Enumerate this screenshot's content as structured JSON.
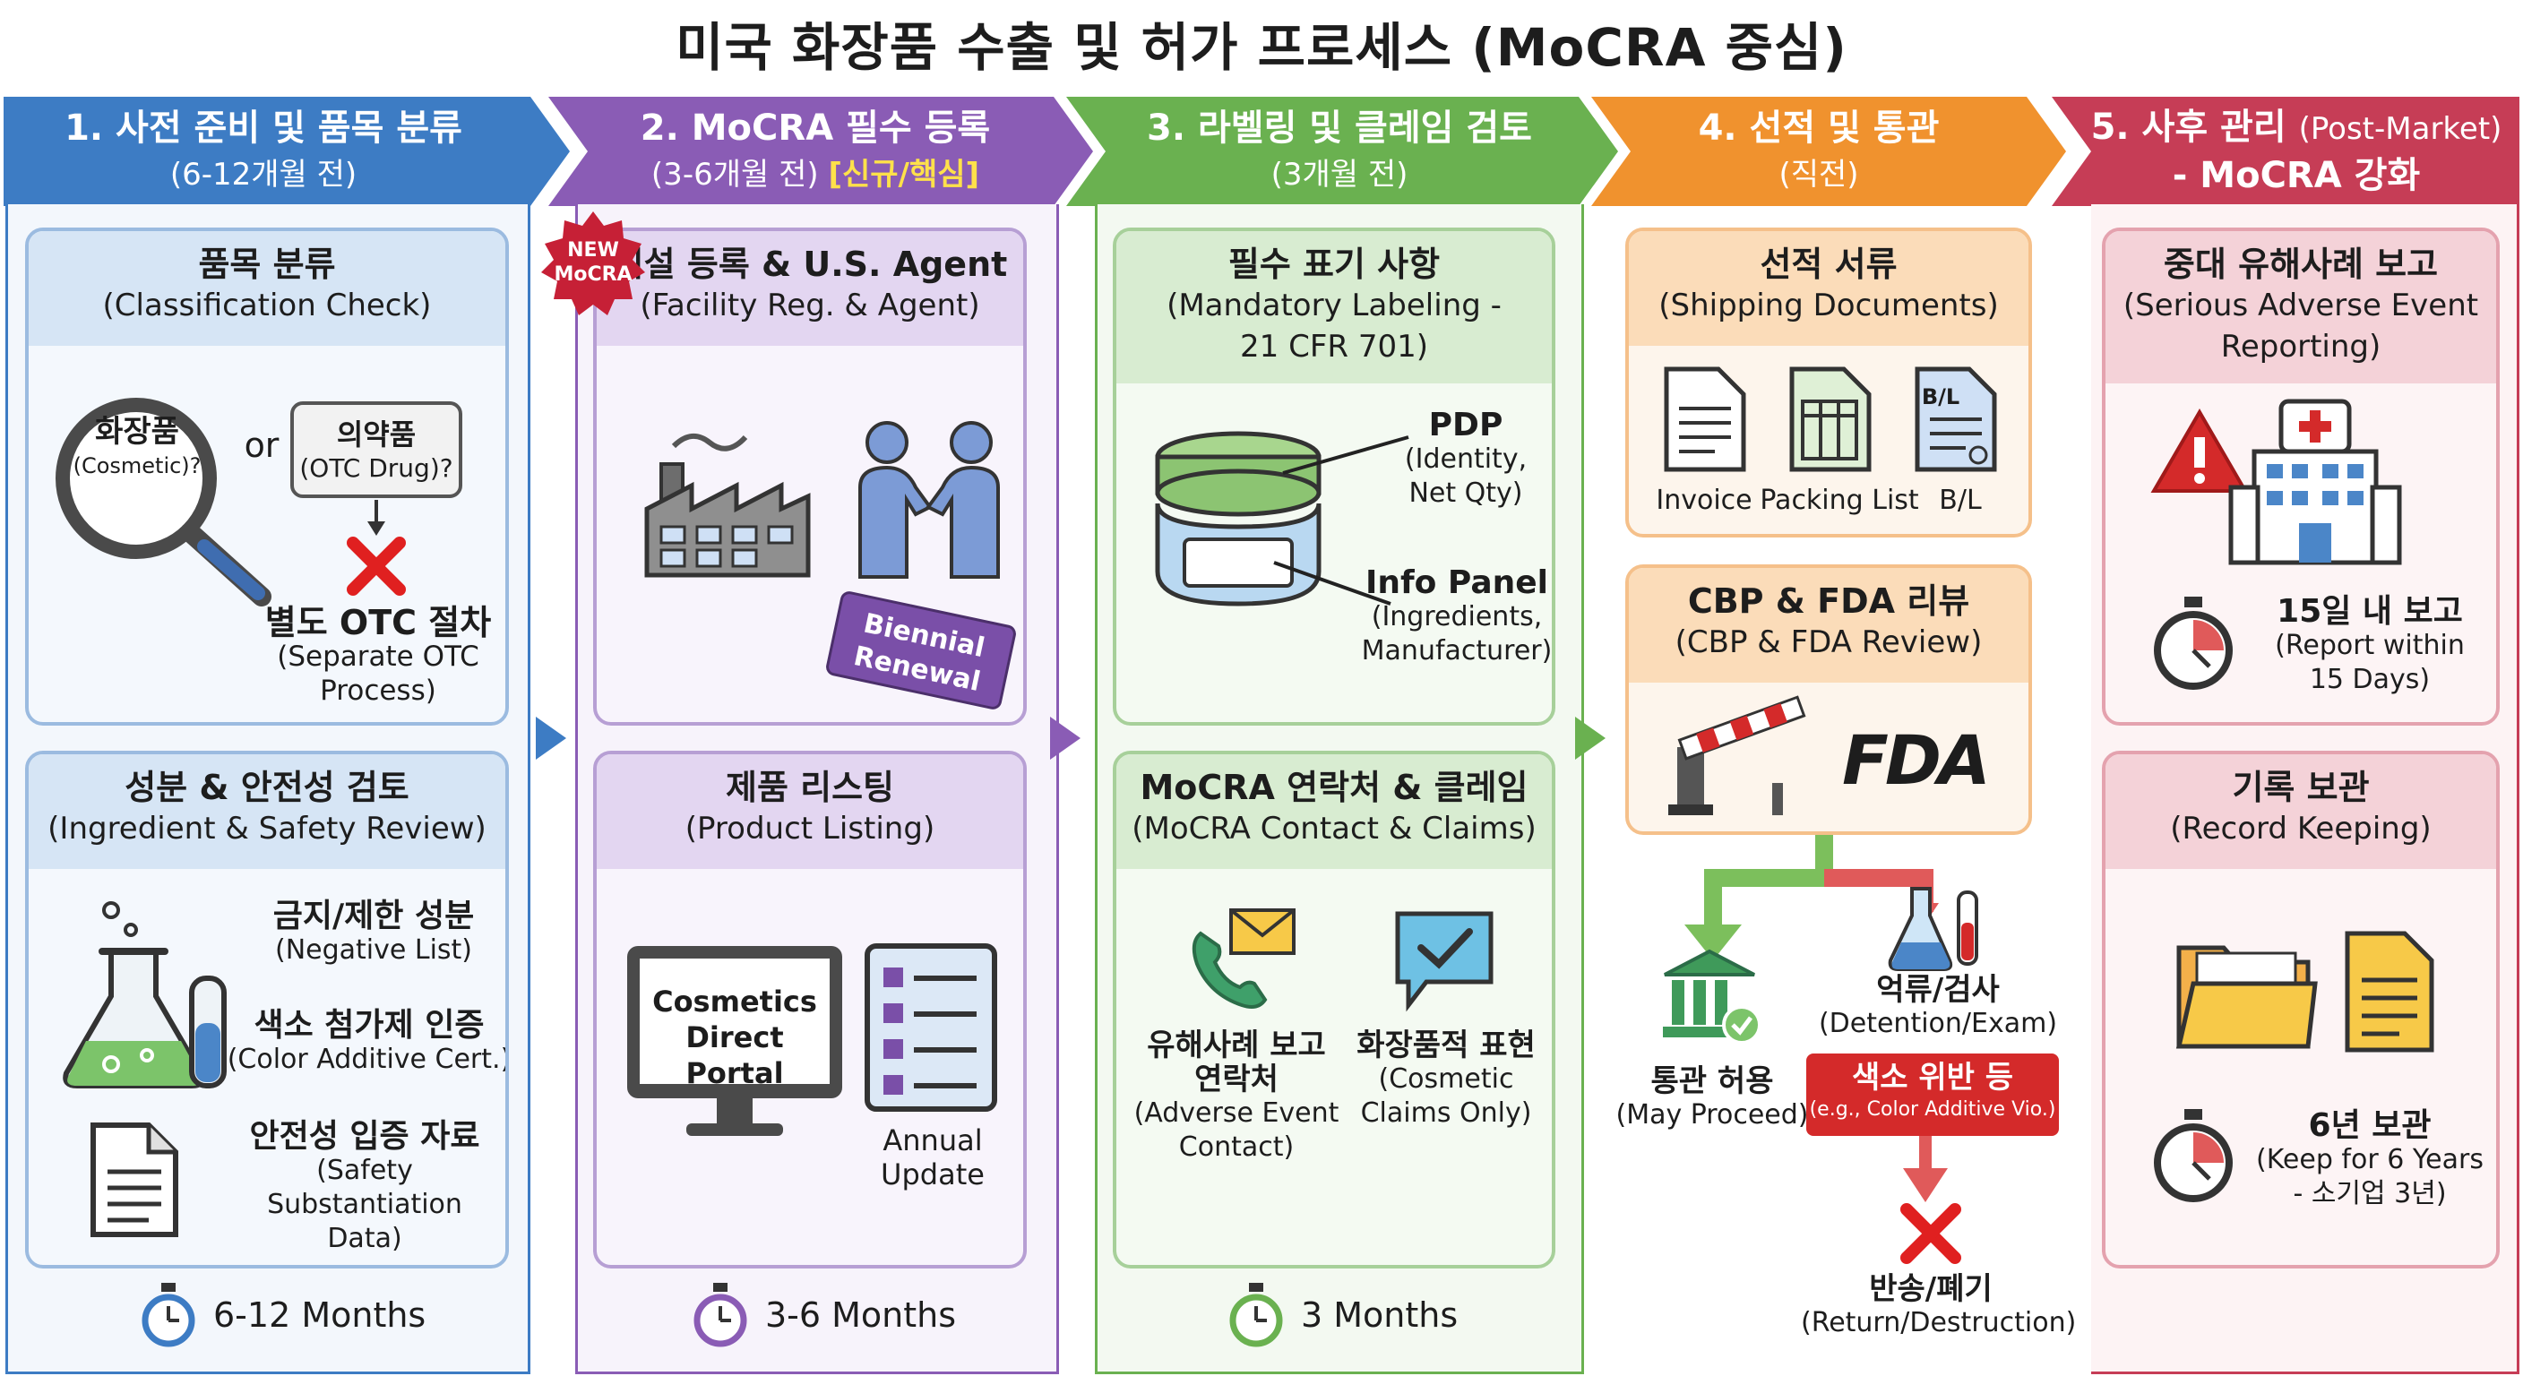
{
  "title": "미국 화장품 수출 및 허가 프로세스 (MoCRA 중심)",
  "colors": {
    "blue": "#3d7cc4",
    "purple": "#8a5cb5",
    "green": "#6ab150",
    "orange": "#f0922e",
    "red": "#c63d56"
  },
  "steps": [
    {
      "title": "1. 사전 준비 및 품목 분류",
      "sub": "(6-12개월 전)"
    },
    {
      "title": "2. MoCRA 필수 등록",
      "sub": "(3-6개월 전)",
      "highlight": "[신규/핵심]"
    },
    {
      "title": "3. 라벨링 및 클레임 검토",
      "sub": "(3개월 전)"
    },
    {
      "title": "4. 선적 및 통관",
      "sub": "(직전)"
    },
    {
      "title": "5. 사후 관리",
      "title_en": "(Post-Market)",
      "sub": "- MoCRA 강화"
    }
  ],
  "col1": {
    "card1": {
      "title": "품목 분류",
      "title_en": "(Classification Check)",
      "lens_ko": "화장품",
      "lens_en": "(Cosmetic)?",
      "or": "or",
      "drug_ko": "의약품",
      "drug_en": "(OTC Drug)?",
      "otc_ko": "별도 OTC 절차",
      "otc_en1": "(Separate OTC",
      "otc_en2": "Process)"
    },
    "card2": {
      "title": "성분 & 안전성 검토",
      "title_en": "(Ingredient & Safety Review)",
      "item1_ko": "금지/제한 성분",
      "item1_en": "(Negative List)",
      "item2_ko": "색소 첨가제 인증",
      "item2_en": "(Color Additive Cert.)",
      "item3_ko": "안전성 입증 자료",
      "item3_en1": "(Safety Substantiation",
      "item3_en2": "Data)"
    },
    "timer": "6-12 Months"
  },
  "col2": {
    "badge1": "NEW",
    "badge2": "MoCRA",
    "card1": {
      "title": "시설 등록 & U.S. Agent",
      "title_en": "(Facility Reg. & Agent)",
      "tag1": "Biennial",
      "tag2": "Renewal"
    },
    "card2": {
      "title": "제품 리스팅",
      "title_en": "(Product Listing)",
      "portal1": "Cosmetics",
      "portal2": "Direct Portal",
      "annual1": "Annual",
      "annual2": "Update"
    },
    "timer": "3-6 Months"
  },
  "col3": {
    "card1": {
      "title": "필수 표기 사항",
      "title_en1": "(Mandatory Labeling -",
      "title_en2": "21 CFR 701)",
      "pdp": "PDP",
      "pdp_en1": "(Identity,",
      "pdp_en2": "Net Qty)",
      "info": "Info Panel",
      "info_en1": "(Ingredients,",
      "info_en2": "Manufacturer)"
    },
    "card2": {
      "title": "MoCRA 연락처 & 클레임",
      "title_en": "(MoCRA Contact & Claims)",
      "item1_ko1": "유해사례 보고",
      "item1_ko2": "연락처",
      "item1_en1": "(Adverse Event",
      "item1_en2": "Contact)",
      "item2_ko": "화장품적 표현",
      "item2_en1": "(Cosmetic",
      "item2_en2": "Claims Only)"
    },
    "timer": "3 Months"
  },
  "col4": {
    "card1": {
      "title": "선적 서류",
      "title_en": "(Shipping Documents)",
      "doc1": "Invoice",
      "doc2": "Packing List",
      "doc3": "B/L",
      "doc3_icon": "B/L"
    },
    "card2": {
      "title": "CBP & FDA 리뷰",
      "title_en": "(CBP & FDA Review)",
      "fda": "FDA"
    },
    "proceed_ko": "통관 허용",
    "proceed_en": "(May Proceed)",
    "detain_ko": "억류/검사",
    "detain_en": "(Detention/Exam)",
    "viol_ko": "색소 위반 등",
    "viol_en": "(e.g., Color Additive Vio.)",
    "return_ko": "반송/폐기",
    "return_en": "(Return/Destruction)"
  },
  "col5": {
    "card1": {
      "title": "중대 유해사례 보고",
      "title_en1": "(Serious Adverse Event",
      "title_en2": "Reporting)",
      "report_ko": "15일 내 보고",
      "report_en1": "(Report within",
      "report_en2": "15 Days)"
    },
    "card2": {
      "title": "기록 보관",
      "title_en": "(Record Keeping)",
      "keep_ko": "6년 보관",
      "keep_en1": "(Keep for 6 Years",
      "keep_en2": "- 소기업 3년)"
    }
  }
}
